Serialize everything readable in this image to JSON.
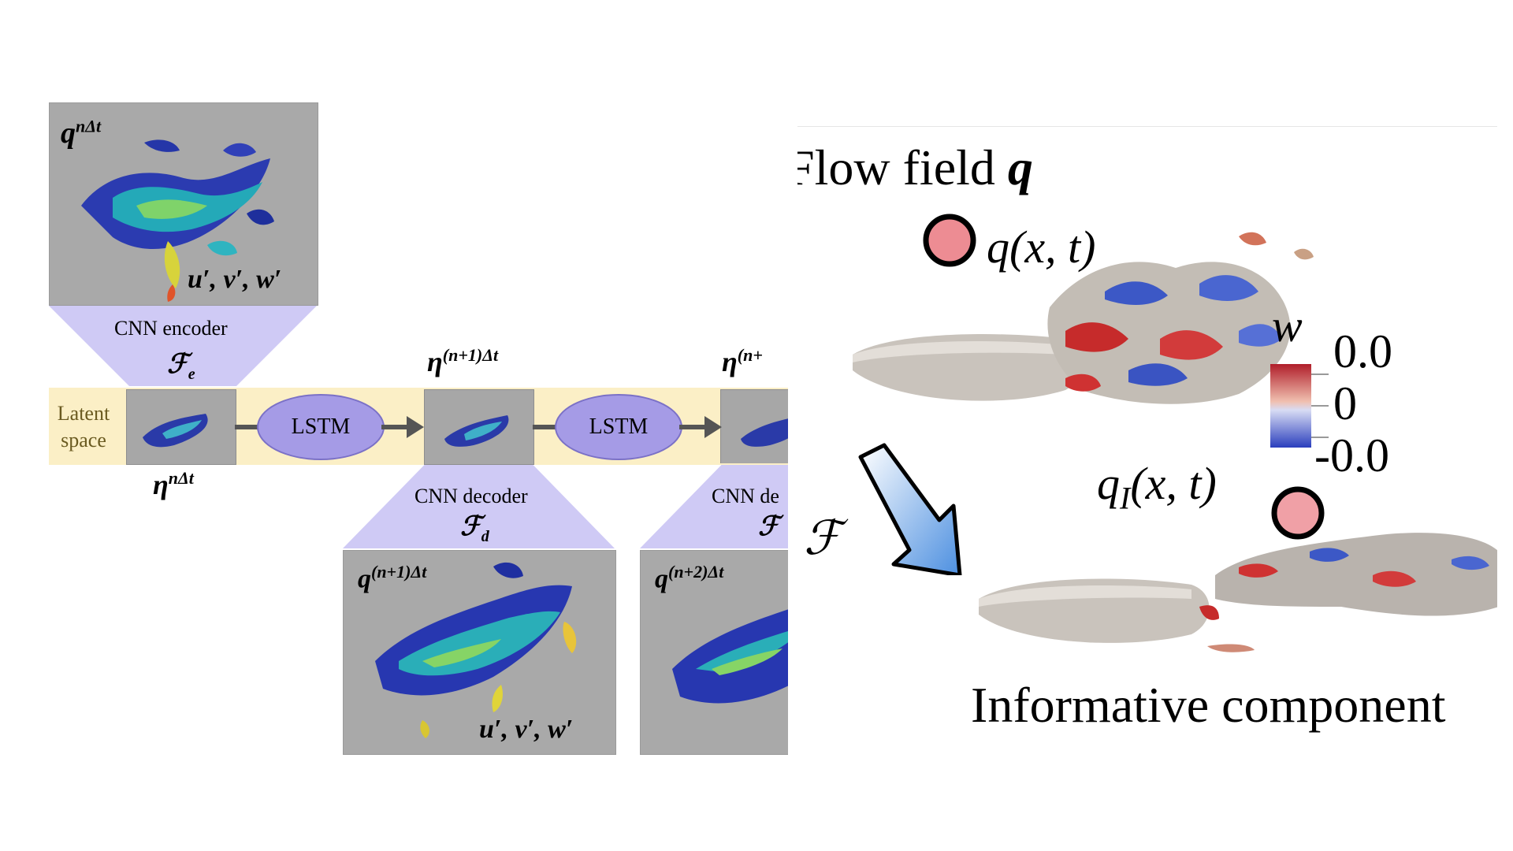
{
  "left": {
    "input_label": "q",
    "input_sup": "nΔt",
    "components": "u′, v′, w′",
    "encoder_label": "CNN encoder",
    "encoder_symbol": "ℱ",
    "encoder_sub": "e",
    "latent_label_1": "Latent",
    "latent_label_2": "space",
    "eta_n_label": "η",
    "eta_n_sup": "nΔt",
    "lstm_label": "LSTM",
    "eta_n1_label": "η",
    "eta_n1_sup": "(n+1)Δt",
    "eta_n2_sup": "(n+",
    "decoder_label": "CNN decoder",
    "decoder_label_partial": "CNN de",
    "decoder_symbol": "ℱ",
    "decoder_sub": "d",
    "out1_label": "q",
    "out1_sup": "(n+1)Δt",
    "out2_label": "q",
    "out2_sup": "(n+2)Δt"
  },
  "right": {
    "title": "Flow field",
    "title_symbol": "q",
    "probe_full": "q(x, t)",
    "probe_informative": "q",
    "probe_informative_sub": "I",
    "probe_informative_args": "(x, t)",
    "mapping_symbol": "ℱ",
    "colorbar_var": "w",
    "colorbar_ticks": [
      "0.0",
      "0",
      "-0.0"
    ],
    "bottom_label": "Informative component"
  },
  "colors": {
    "panel_gray": "#a9a9a9",
    "trapezoid": "#cfcaf5",
    "latent_band": "#fbefc6",
    "lstm_fill": "#a59be6",
    "arrow_blue": "#6aa9e8"
  }
}
